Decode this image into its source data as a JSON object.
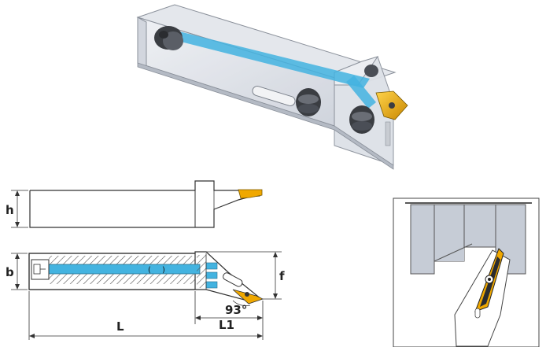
{
  "dimensions": {
    "h": "h",
    "b": "b",
    "f": "f",
    "L": "L",
    "L1": "L1",
    "angle": "93°"
  },
  "colors": {
    "coolant": "#43b3e0",
    "insert": "#f0a800",
    "body_fill": "#ffffff",
    "hatch": "#555555",
    "outline": "#333333",
    "housing": "#c6ccd6"
  }
}
